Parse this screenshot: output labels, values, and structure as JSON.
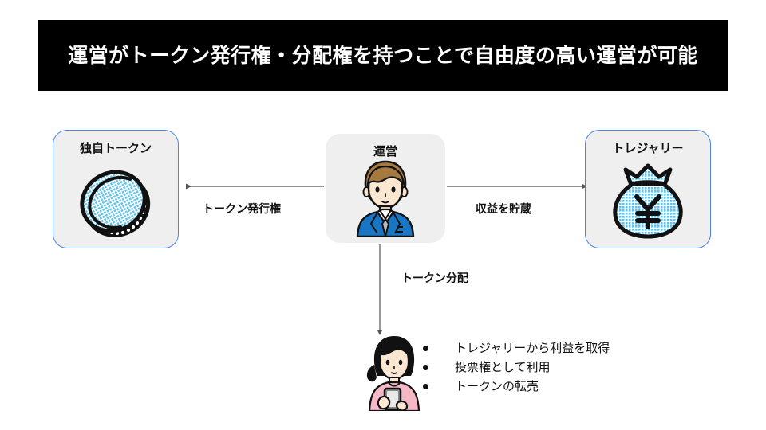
{
  "slide": {
    "title": "運営がトークン発行権・分配権を持つことで自由度の高い運営が可能",
    "title_bg": "#000000",
    "title_color": "#ffffff"
  },
  "nodes": {
    "token": {
      "label": "独自トークン",
      "icon": "coin-icon",
      "fill": "#efefef",
      "border": "#4a86e8"
    },
    "operator": {
      "label": "運営",
      "icon": "businessman-icon",
      "fill": "#efefef",
      "border": "none"
    },
    "treasury": {
      "label": "トレジャリー",
      "icon": "money-bag-yen-icon",
      "fill": "#efefef",
      "border": "#4a86e8"
    },
    "holder": {
      "icon": "woman-with-smartphone-icon"
    }
  },
  "edges": {
    "issue": {
      "label": "トークン発行権",
      "direction": "operator-to-token"
    },
    "store": {
      "label": "収益を貯蔵",
      "direction": "operator-to-treasury"
    },
    "distribute": {
      "label": "トークン分配",
      "direction": "operator-to-holder"
    }
  },
  "holder_benefits": [
    "トレジャリーから利益を取得",
    "投票権として利用",
    "トークンの転売"
  ],
  "colors": {
    "accent_blue": "#4a86e8",
    "icon_blue": "#5ec3f0",
    "suit_blue": "#1976c5",
    "shirt_pink": "#f4b8c6",
    "box_gray": "#efefef",
    "line_gray": "#6b6b6b"
  }
}
